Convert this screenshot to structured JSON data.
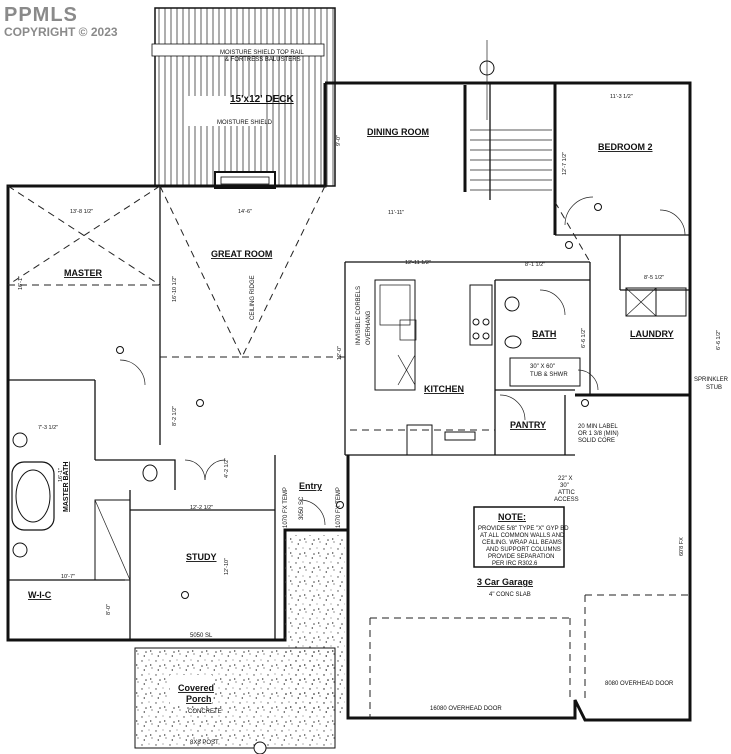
{
  "watermark": {
    "brand": "PPMLS",
    "copyright": "COPYRIGHT © 2023"
  },
  "rooms": {
    "deck": "15'x12' DECK",
    "dining_room": "DINING ROOM",
    "bedroom2": "BEDROOM 2",
    "great_room": "GREAT ROOM",
    "master": "MASTER",
    "bath": "BATH",
    "laundry": "LAUNDRY",
    "kitchen": "KITCHEN",
    "pantry": "PANTRY",
    "master_bath": "MASTER BATH",
    "wic": "W-I-C",
    "study": "STUDY",
    "entry": "Entry",
    "garage": "3 Car Garage",
    "covered_porch_1": "Covered",
    "covered_porch_2": "Porch"
  },
  "notes": {
    "moisture_rail": "MOISTURE SHIELD TOP RAIL",
    "fortress": "& FORTRESS BALUSTERS",
    "moisture_shield": "MOISTURE SHIELD",
    "ceiling_ridge": "CEILING RIDGE",
    "invisible_corbels": "INVISIBLE CORBELS",
    "overhang": "OVERHANG",
    "tub_shwr_1": "30\" X 60\"",
    "tub_shwr_2": "TUB & SHWR",
    "sprinkler": "SPRINKLER",
    "sprinkler2": "STUB",
    "label_20min_1": "20 MIN LABEL",
    "label_20min_2": "OR 1 3/8 (MIN)",
    "label_20min_3": "SOLID CORE",
    "attic_1": "22\" X",
    "attic_2": "30\"",
    "attic_3": "ATTIC",
    "attic_4": "ACCESS",
    "garage_slab": "4\" CONC SLAB",
    "porch_slab": "CONCRETE",
    "bay_post": "8X8 POST",
    "overhead_door_left": "16080 OVERHEAD DOOR",
    "overhead_door_right": "8080 OVERHEAD DOOR",
    "window_5050": "5050 SL",
    "window_3050": "3050 SC",
    "temp1": "1070 FX TEMP",
    "temp2": "1070 FX TEMP"
  },
  "note_box": {
    "title": "NOTE:",
    "lines": [
      "PROVIDE 5/8\" TYPE \"X\" GYP BD",
      "AT ALL COMMON WALLS AND",
      "CEILING. WRAP ALL BEAMS",
      "AND SUPPORT COLUMNS",
      "PROVIDE SEPARATION",
      "PER IRC R302.6"
    ]
  },
  "dimensions": {
    "bedroom_w": "11'-3 1/2\"",
    "bedroom_h": "12'-7 1/2\"",
    "dining_w": "11'-11\"",
    "dining_h": "9'-0\"",
    "great_w": "14'-6\"",
    "great_h": "16'-10 1/2\"",
    "master_w": "13'-8 1/2\"",
    "master_h": "16'-1\"",
    "kitchen_w": "12'-11 1/2\"",
    "kitchen_h": "12'-0\"",
    "bath_w": "8'-1 1/2\"",
    "bath_h": "6'-6 1/2\"",
    "laundry_w": "8'-5 1/2\"",
    "laundry_h": "6'-6 1/2\"",
    "hall": "8'-2 1/2\"",
    "mb_w": "7'-3 1/2\"",
    "mb_h": "16'-1\"",
    "study_w": "12'-2 1/2\"",
    "study_h": "12'-10\"",
    "wic_w": "10'-7\"",
    "wic_h": "8'-0\"",
    "entry_h": "4'-2 1/2\"",
    "garage_h": "60'8 FX"
  }
}
